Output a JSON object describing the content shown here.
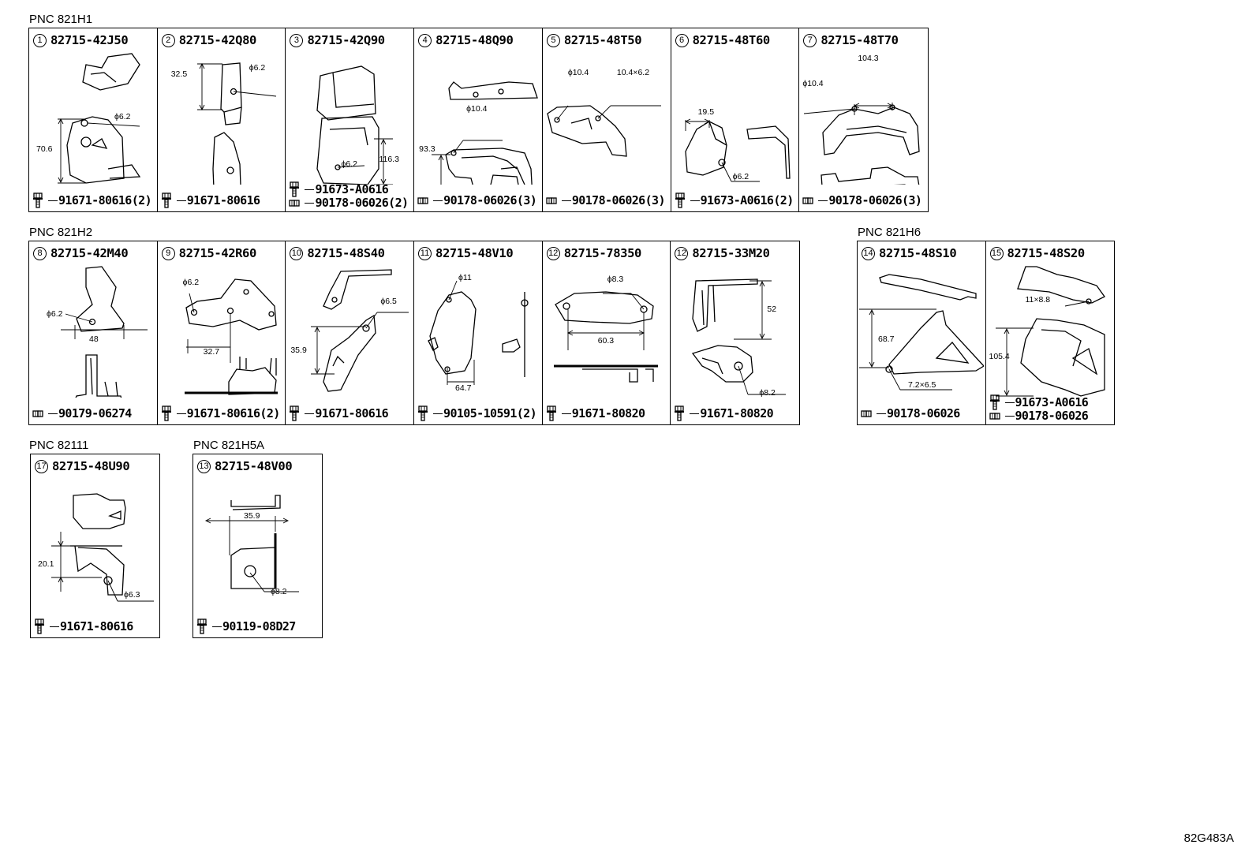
{
  "groups": [
    {
      "pnc": "PNC 821H1",
      "cells": [
        {
          "num": "1",
          "part": "82715-42J50",
          "dims": [
            "ϕ6.2",
            "70.6"
          ],
          "fasteners": [
            {
              "icon": "bolt-icon",
              "code": "91671-80616(2)"
            }
          ]
        },
        {
          "num": "2",
          "part": "82715-42Q80",
          "dims": [
            "32.5",
            "ϕ6.2"
          ],
          "fasteners": [
            {
              "icon": "bolt-icon",
              "code": "91671-80616"
            }
          ]
        },
        {
          "num": "3",
          "part": "82715-42Q90",
          "dims": [
            "ϕ6.2",
            "116.3"
          ],
          "fasteners": [
            {
              "icon": "bolt-icon",
              "code": "91673-A0616"
            },
            {
              "icon": "clip-nut-icon",
              "code": "90178-06026(2)"
            }
          ]
        },
        {
          "num": "4",
          "part": "82715-48Q90",
          "dims": [
            "ϕ10.4",
            "93.3"
          ],
          "fasteners": [
            {
              "icon": "clip-nut-icon",
              "code": "90178-06026(3)"
            }
          ]
        },
        {
          "num": "5",
          "part": "82715-48T50",
          "dims": [
            "ϕ10.4",
            "10.4×6.2"
          ],
          "fasteners": [
            {
              "icon": "clip-nut-icon",
              "code": "90178-06026(3)"
            }
          ]
        },
        {
          "num": "6",
          "part": "82715-48T60",
          "dims": [
            "19.5",
            "ϕ6.2"
          ],
          "fasteners": [
            {
              "icon": "bolt-icon",
              "code": "91673-A0616(2)"
            }
          ]
        },
        {
          "num": "7",
          "part": "82715-48T70",
          "dims": [
            "104.3",
            "ϕ10.4"
          ],
          "fasteners": [
            {
              "icon": "clip-nut-icon",
              "code": "90178-06026(3)"
            }
          ]
        }
      ]
    },
    {
      "pnc": "PNC 821H2",
      "cells": [
        {
          "num": "8",
          "part": "82715-42M40",
          "dims": [
            "ϕ6.2",
            "48"
          ],
          "fasteners": [
            {
              "icon": "clip-nut-icon",
              "code": "90179-06274"
            }
          ]
        },
        {
          "num": "9",
          "part": "82715-42R60",
          "dims": [
            "ϕ6.2",
            "32.7"
          ],
          "fasteners": [
            {
              "icon": "bolt-icon",
              "code": "91671-80616(2)"
            }
          ]
        },
        {
          "num": "10",
          "part": "82715-48S40",
          "dims": [
            "ϕ6.5",
            "35.9"
          ],
          "fasteners": [
            {
              "icon": "bolt-icon",
              "code": "91671-80616"
            }
          ]
        },
        {
          "num": "11",
          "part": "82715-48V10",
          "dims": [
            "ϕ11",
            "64.7"
          ],
          "fasteners": [
            {
              "icon": "bolt-icon",
              "code": "90105-10591(2)"
            }
          ]
        },
        {
          "num": "12",
          "part": "82715-78350",
          "dims": [
            "ϕ8.3",
            "60.3"
          ],
          "fasteners": [
            {
              "icon": "bolt-icon",
              "code": "91671-80820"
            }
          ]
        },
        {
          "num": "12",
          "part": "82715-33M20",
          "dims": [
            "52",
            "ϕ8.2"
          ],
          "fasteners": [
            {
              "icon": "bolt-icon",
              "code": "91671-80820"
            }
          ]
        }
      ]
    },
    {
      "pnc": "PNC 821H6",
      "cells": [
        {
          "num": "14",
          "part": "82715-48S10",
          "dims": [
            "68.7",
            "7.2×6.5"
          ],
          "fasteners": [
            {
              "icon": "clip-nut-icon",
              "code": "90178-06026"
            }
          ]
        },
        {
          "num": "15",
          "part": "82715-48S20",
          "dims": [
            "11×8.8",
            "105.4"
          ],
          "fasteners": [
            {
              "icon": "bolt-icon",
              "code": "91673-A0616"
            },
            {
              "icon": "clip-nut-icon",
              "code": "90178-06026"
            }
          ]
        }
      ]
    },
    {
      "pnc": "PNC 82111",
      "cells": [
        {
          "num": "17",
          "part": "82715-48U90",
          "dims": [
            "20.1",
            "ϕ6.3"
          ],
          "fasteners": [
            {
              "icon": "bolt-icon",
              "code": "91671-80616"
            }
          ]
        }
      ]
    },
    {
      "pnc": "PNC 821H5A",
      "cells": [
        {
          "num": "13",
          "part": "82715-48V00",
          "dims": [
            "35.9",
            "ϕ8.2"
          ],
          "fasteners": [
            {
              "icon": "bolt-icon",
              "code": "90119-08D27"
            }
          ]
        }
      ]
    }
  ],
  "illustration_id": "82G483A"
}
